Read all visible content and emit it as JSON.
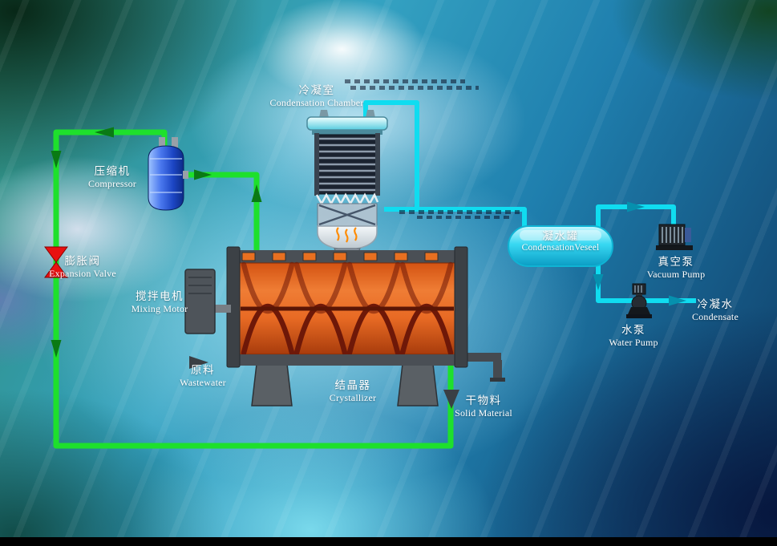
{
  "labels": {
    "condensation_chamber": {
      "zh": "冷凝室",
      "en": "Condensation Chamber"
    },
    "compressor": {
      "zh": "压缩机",
      "en": "Compressor"
    },
    "expansion_valve": {
      "zh": "膨胀阀",
      "en": "Expansion Valve"
    },
    "mixing_motor": {
      "zh": "搅拌电机",
      "en": "Mixing Motor"
    },
    "wastewater": {
      "zh": "原料",
      "en": "Wastewater"
    },
    "crystallizer": {
      "zh": "结晶器",
      "en": "Crystallizer"
    },
    "solid_material": {
      "zh": "干物料",
      "en": "Solid Material"
    },
    "condensation_vessel": {
      "zh": "凝水罐",
      "en": "CondensationVeseel"
    },
    "vacuum_pump": {
      "zh": "真空泵",
      "en": "Vacuum Pump"
    },
    "water_pump": {
      "zh": "水泵",
      "en": "Water Pump"
    },
    "condensate": {
      "zh": "冷凝水",
      "en": "Condensate"
    }
  },
  "colors": {
    "refrigerant_pipe": "#1ee02c",
    "vapor_pipe": "#10dcf0",
    "expansion_valve": "#e81010",
    "crystallizer_body": "#e86a24",
    "compressor_body": "#2a58e0",
    "vessel_body": "#38d8f2",
    "label_text": "#ffffff"
  }
}
